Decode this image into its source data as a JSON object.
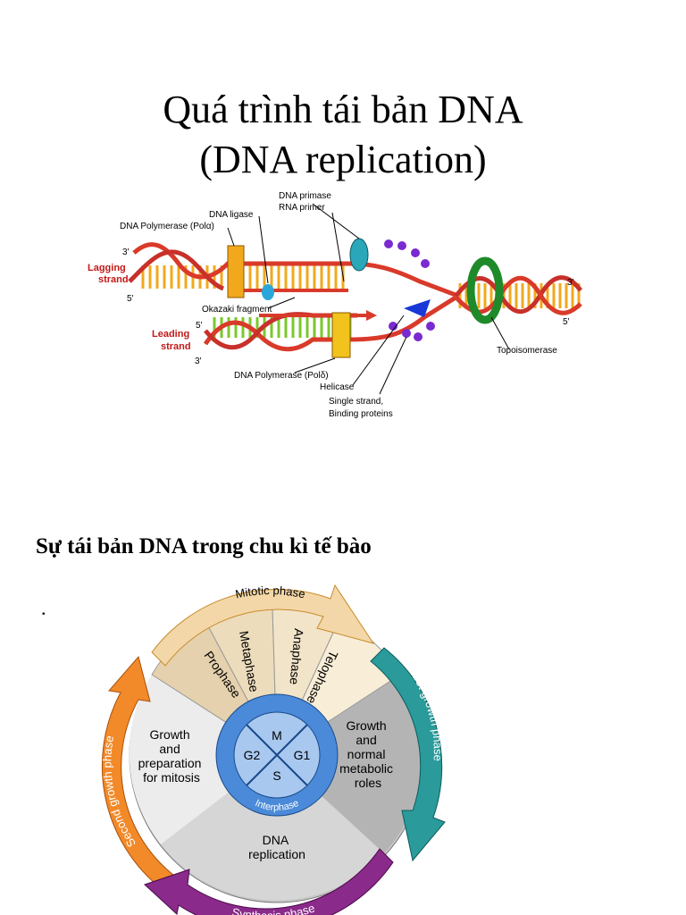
{
  "title_line1": "Quá trình tái bản DNA",
  "title_line2": "(DNA replication)",
  "replication": {
    "labels": {
      "dna_primase": "DNA primase",
      "rna_primer": "RNA primer",
      "dna_ligase": "DNA ligase",
      "pol_alpha": "DNA Polymerase (Polα)",
      "lagging_strand": "Lagging strand",
      "leading_strand": "Leading strand",
      "okazaki": "Okazaki fragment",
      "pol_delta": "DNA Polymerase (Polδ)",
      "helicase": "Helicase",
      "ssb_line1": "Single strand,",
      "ssb_line2": "Binding proteins",
      "topoisomerase": "Topoisomerase",
      "three_prime": "3'",
      "five_prime": "5'"
    }
  },
  "subheading": "Sự tái bản DNA trong chu kì tế bào",
  "bullet": ".",
  "cell_cycle": {
    "mitotic_phase": "Mitotic phase",
    "first_growth": "First growth phase",
    "second_growth": "Second growth phase",
    "synthesis": "Synthesis phase",
    "prophase": "Prophase",
    "metaphase": "Metaphase",
    "anaphase": "Anaphase",
    "telophase": "Telophase",
    "g2_desc": [
      "Growth",
      "and",
      "preparation",
      "for mitosis"
    ],
    "g1_desc": [
      "Growth",
      "and",
      "normal",
      "metabolic",
      "roles"
    ],
    "s_desc": [
      "DNA",
      "replication"
    ],
    "center_m": "M",
    "center_g2": "G2",
    "center_g1": "G1",
    "center_s": "S",
    "interphase": "Interphase"
  }
}
